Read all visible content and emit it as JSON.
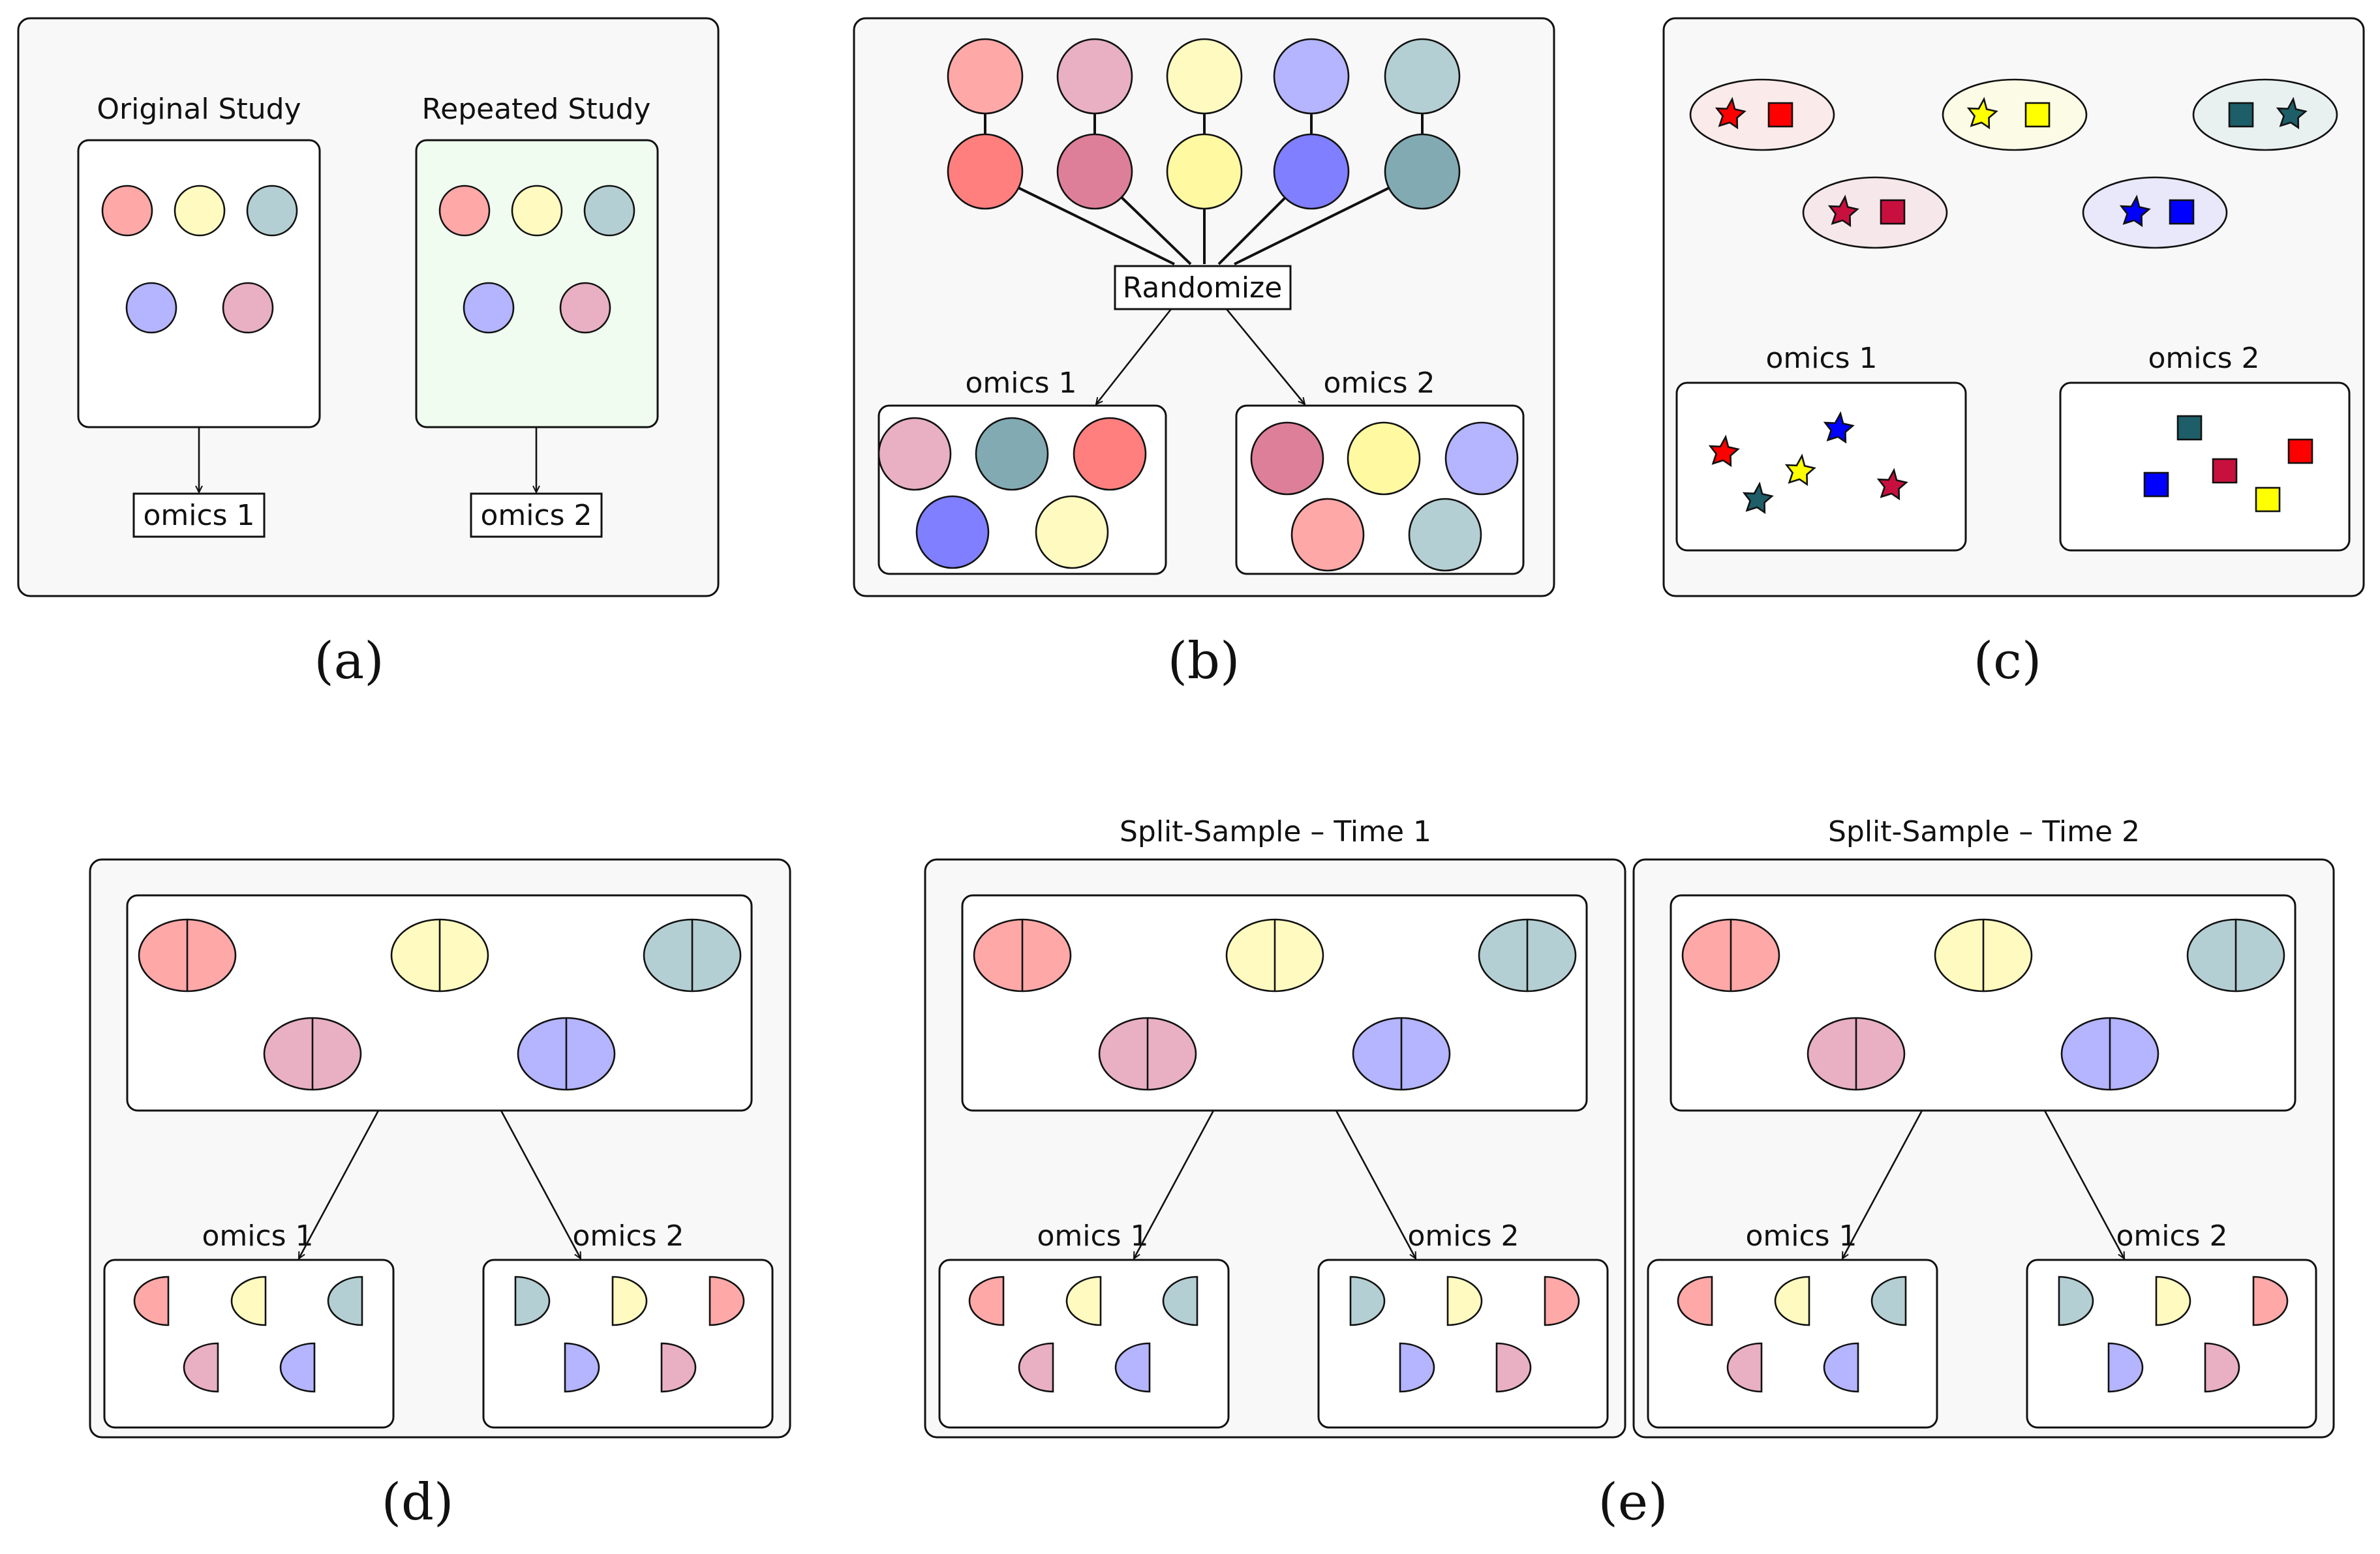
{
  "colors": {
    "red_light": "#FFA8A8",
    "yellow_light": "#FFFBC0",
    "teal_light": "#B4CFD3",
    "blue_light": "#B4B4FF",
    "pink_light": "#E8B0C2",
    "red_dark": "#FF7F7F",
    "pink_dark": "#DE7F99",
    "yellow_mid": "#FFF9A2",
    "blue_dark": "#7F7FFF",
    "teal_dark": "#82AAB3",
    "green_tint": "#F0FCF0",
    "star_red": "#FF0000",
    "star_yellow": "#FFFF00",
    "star_teal": "#1D5E68",
    "star_crimson": "#C8103E",
    "star_blue": "#0000FF"
  },
  "panel_a": {
    "caption": "(a)",
    "original_title": "Original Study",
    "repeated_title": "Repeated Study",
    "omics_left": "omics 1",
    "omics_right": "omics 2"
  },
  "panel_b": {
    "caption": "(b)",
    "randomize_label": "Randomize",
    "omics_left": "omics 1",
    "omics_right": "omics 2"
  },
  "panel_c": {
    "caption": "(c)",
    "omics_left": "omics 1",
    "omics_right": "omics 2"
  },
  "panel_d": {
    "caption": "(d)",
    "omics_left": "omics 1",
    "omics_right": "omics 2"
  },
  "panel_e": {
    "caption": "(e)",
    "time1_title": "Split-Sample – Time 1",
    "time2_title": "Split-Sample – Time 2",
    "omics_left": "omics 1",
    "omics_right": "omics 2"
  }
}
